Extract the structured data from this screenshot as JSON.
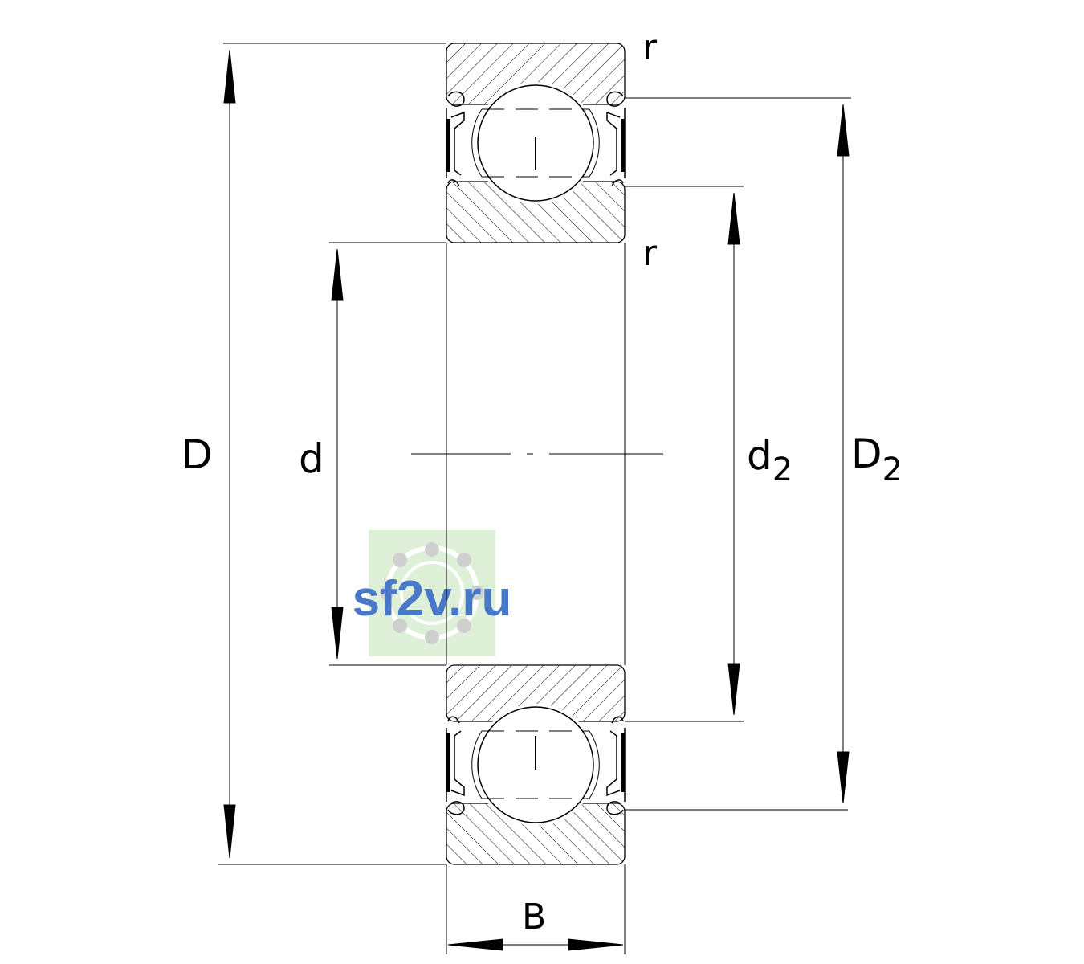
{
  "labels": {
    "outer_diameter": "D",
    "bore_diameter": "d",
    "inner_ring_shoulder_base": "d",
    "inner_ring_shoulder_sub": "2",
    "outer_ring_shoulder_base": "D",
    "outer_ring_shoulder_sub": "2",
    "width": "B",
    "radius_top": "r",
    "radius_inner": "r"
  },
  "watermark": {
    "text": "sf2v.ru",
    "text_color": "#4a78c8",
    "panel_color": "#dff0d8"
  },
  "colors": {
    "line": "#000000",
    "background": "#ffffff"
  }
}
